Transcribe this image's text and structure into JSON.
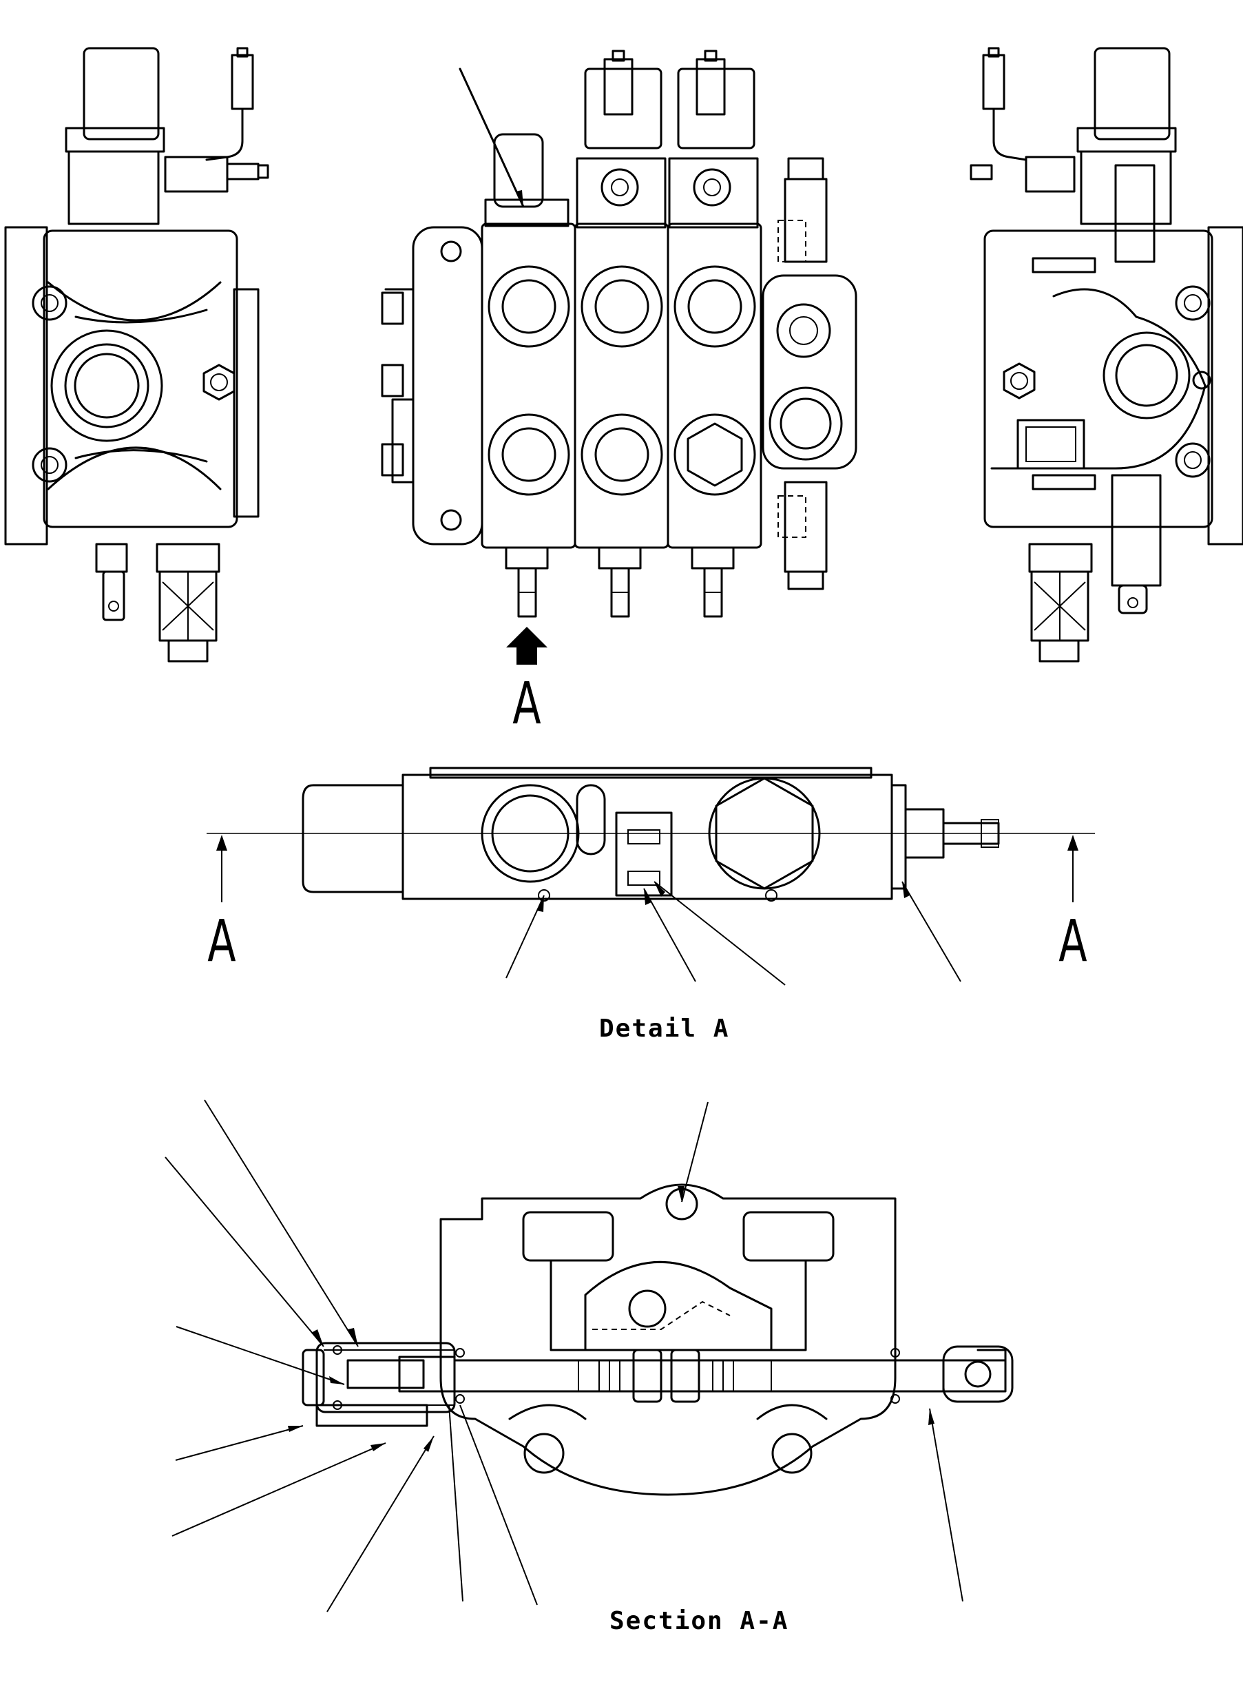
{
  "views": {
    "left_side": "",
    "front": "",
    "right_side": ""
  },
  "labels": {
    "view_arrow": "A",
    "section_left": "A",
    "section_right": "A"
  },
  "captions": {
    "detail": "Detail A",
    "section": "Section A-A"
  }
}
